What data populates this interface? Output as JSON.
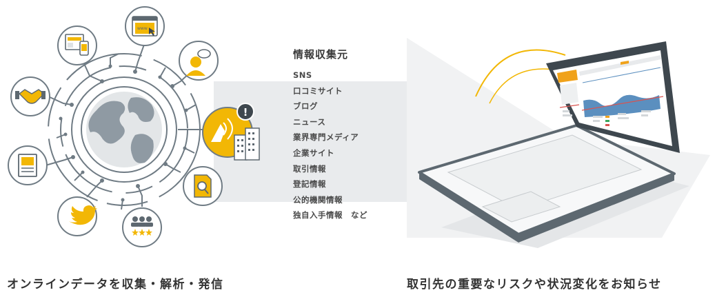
{
  "sources": {
    "title": "情報収集元",
    "items": [
      "SNS",
      "口コミサイト",
      "ブログ",
      "ニュース",
      "業界専門メディア",
      "企業サイト",
      "取引情報",
      "登記情報",
      "公的機関情報",
      "独自入手情報　など"
    ]
  },
  "captions": {
    "left": "オンラインデータを収集・解析・発信",
    "right": "取引先の重要なリスクや状況変化をお知らせ"
  },
  "network": {
    "center_icon": "globe-icon",
    "highlight_icon": "broadcast-building-icon",
    "satellite_icons": [
      "multi-device-icon",
      "browser-www-icon",
      "user-speech-icon",
      "handshake-icon",
      "book-icon",
      "document-search-icon",
      "twitter-bird-icon",
      "people-rating-icon"
    ],
    "alert_badge": "!"
  },
  "colors": {
    "accent": "#f2b705",
    "accent_dark": "#e0a100",
    "line": "#6f7b84",
    "globe": "#8f9aa3",
    "laptop": "#5d6870",
    "laptop_dark": "#3e474e",
    "funnel": "#e6e8ea",
    "chart_blue": "#5b8fbf",
    "chart_orange": "#f0a21a"
  }
}
